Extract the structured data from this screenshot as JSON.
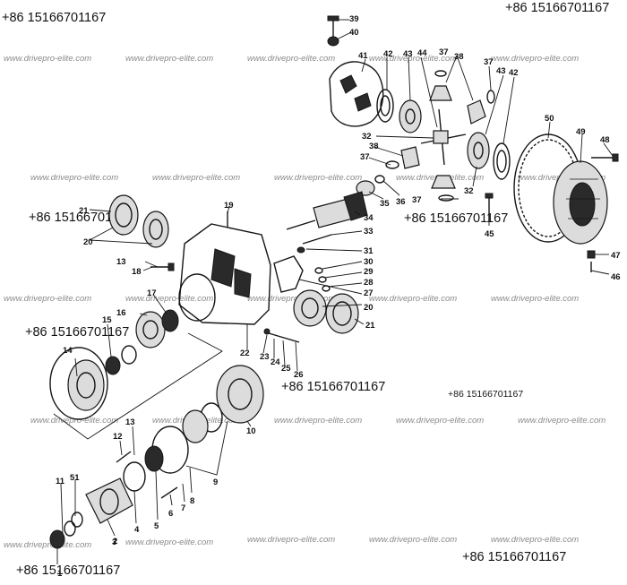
{
  "watermark": {
    "text": "www.drivepro-elite.com"
  },
  "contact": {
    "phone": "+86 15166701167"
  },
  "parts": {
    "p1": "1",
    "p2": "2",
    "p3": "3",
    "p4": "4",
    "p5": "5",
    "p6": "6",
    "p7": "7",
    "p8": "8",
    "p9": "9",
    "p10": "10",
    "p11": "11",
    "p12": "12",
    "p13": "13",
    "p14": "14",
    "p15": "15",
    "p16": "16",
    "p17": "17",
    "p18": "18",
    "p19": "19",
    "p20": "20",
    "p21": "21",
    "p22": "22",
    "p23": "23",
    "p24": "24",
    "p25": "25",
    "p26": "26",
    "p27": "27",
    "p28": "28",
    "p29": "29",
    "p30": "30",
    "p31": "31",
    "p32": "32",
    "p33": "33",
    "p34": "34",
    "p35": "35",
    "p36": "36",
    "p37": "37",
    "p38": "38",
    "p39": "39",
    "p40": "40",
    "p41": "41",
    "p42": "42",
    "p43": "43",
    "p44": "44",
    "p45": "45",
    "p46": "46",
    "p47": "47",
    "p48": "48",
    "p49": "49",
    "p50": "50",
    "p51": "51"
  }
}
